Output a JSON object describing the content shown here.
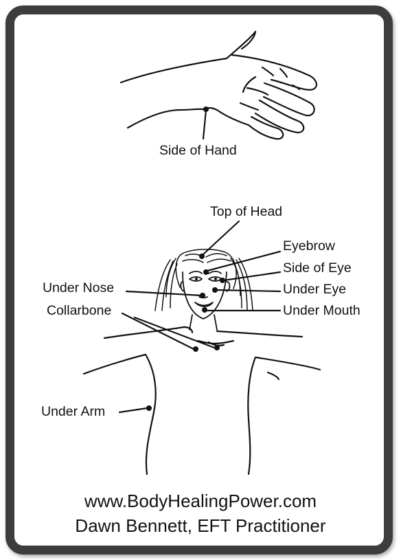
{
  "labels": {
    "side_of_hand": "Side of Hand",
    "top_of_head": "Top of Head",
    "eyebrow": "Eyebrow",
    "side_of_eye": "Side of Eye",
    "under_eye": "Under Eye",
    "under_nose": "Under Nose",
    "under_mouth": "Under Mouth",
    "collarbone": "Collarbone",
    "under_arm": "Under Arm"
  },
  "footer": {
    "url": "www.BodyHealingPower.com",
    "credit": "Dawn Bennett, EFT Practitioner"
  },
  "colors": {
    "frame": "#3d3d3d",
    "ink": "#111111",
    "background": "#ffffff"
  }
}
